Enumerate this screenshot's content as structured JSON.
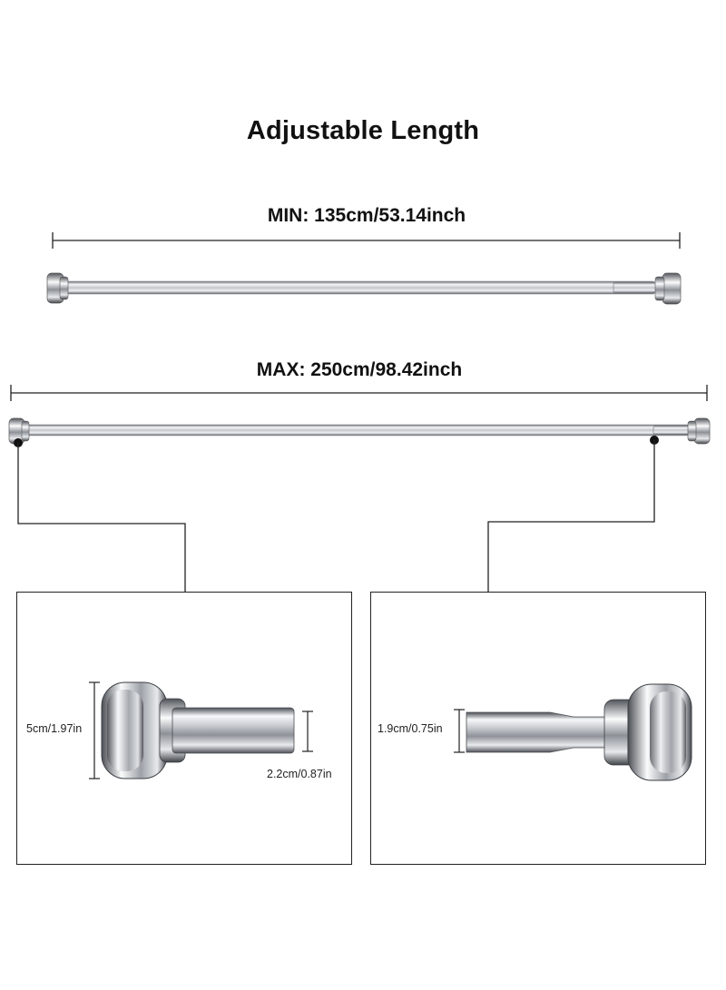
{
  "title": "Adjustable Length",
  "min": {
    "label": "MIN: 135cm/53.14inch"
  },
  "max": {
    "label": "MAX: 250cm/98.42inch"
  },
  "left_detail": {
    "flange_dimension": "5cm/1.97in",
    "tube_dimension": "2.2cm/0.87in"
  },
  "right_detail": {
    "tube_dimension": "1.9cm/0.75in"
  },
  "colors": {
    "line": "#222222",
    "chrome_light": "#f4f5f7",
    "chrome_mid": "#b9bdc3",
    "chrome_dark": "#5c6067"
  }
}
